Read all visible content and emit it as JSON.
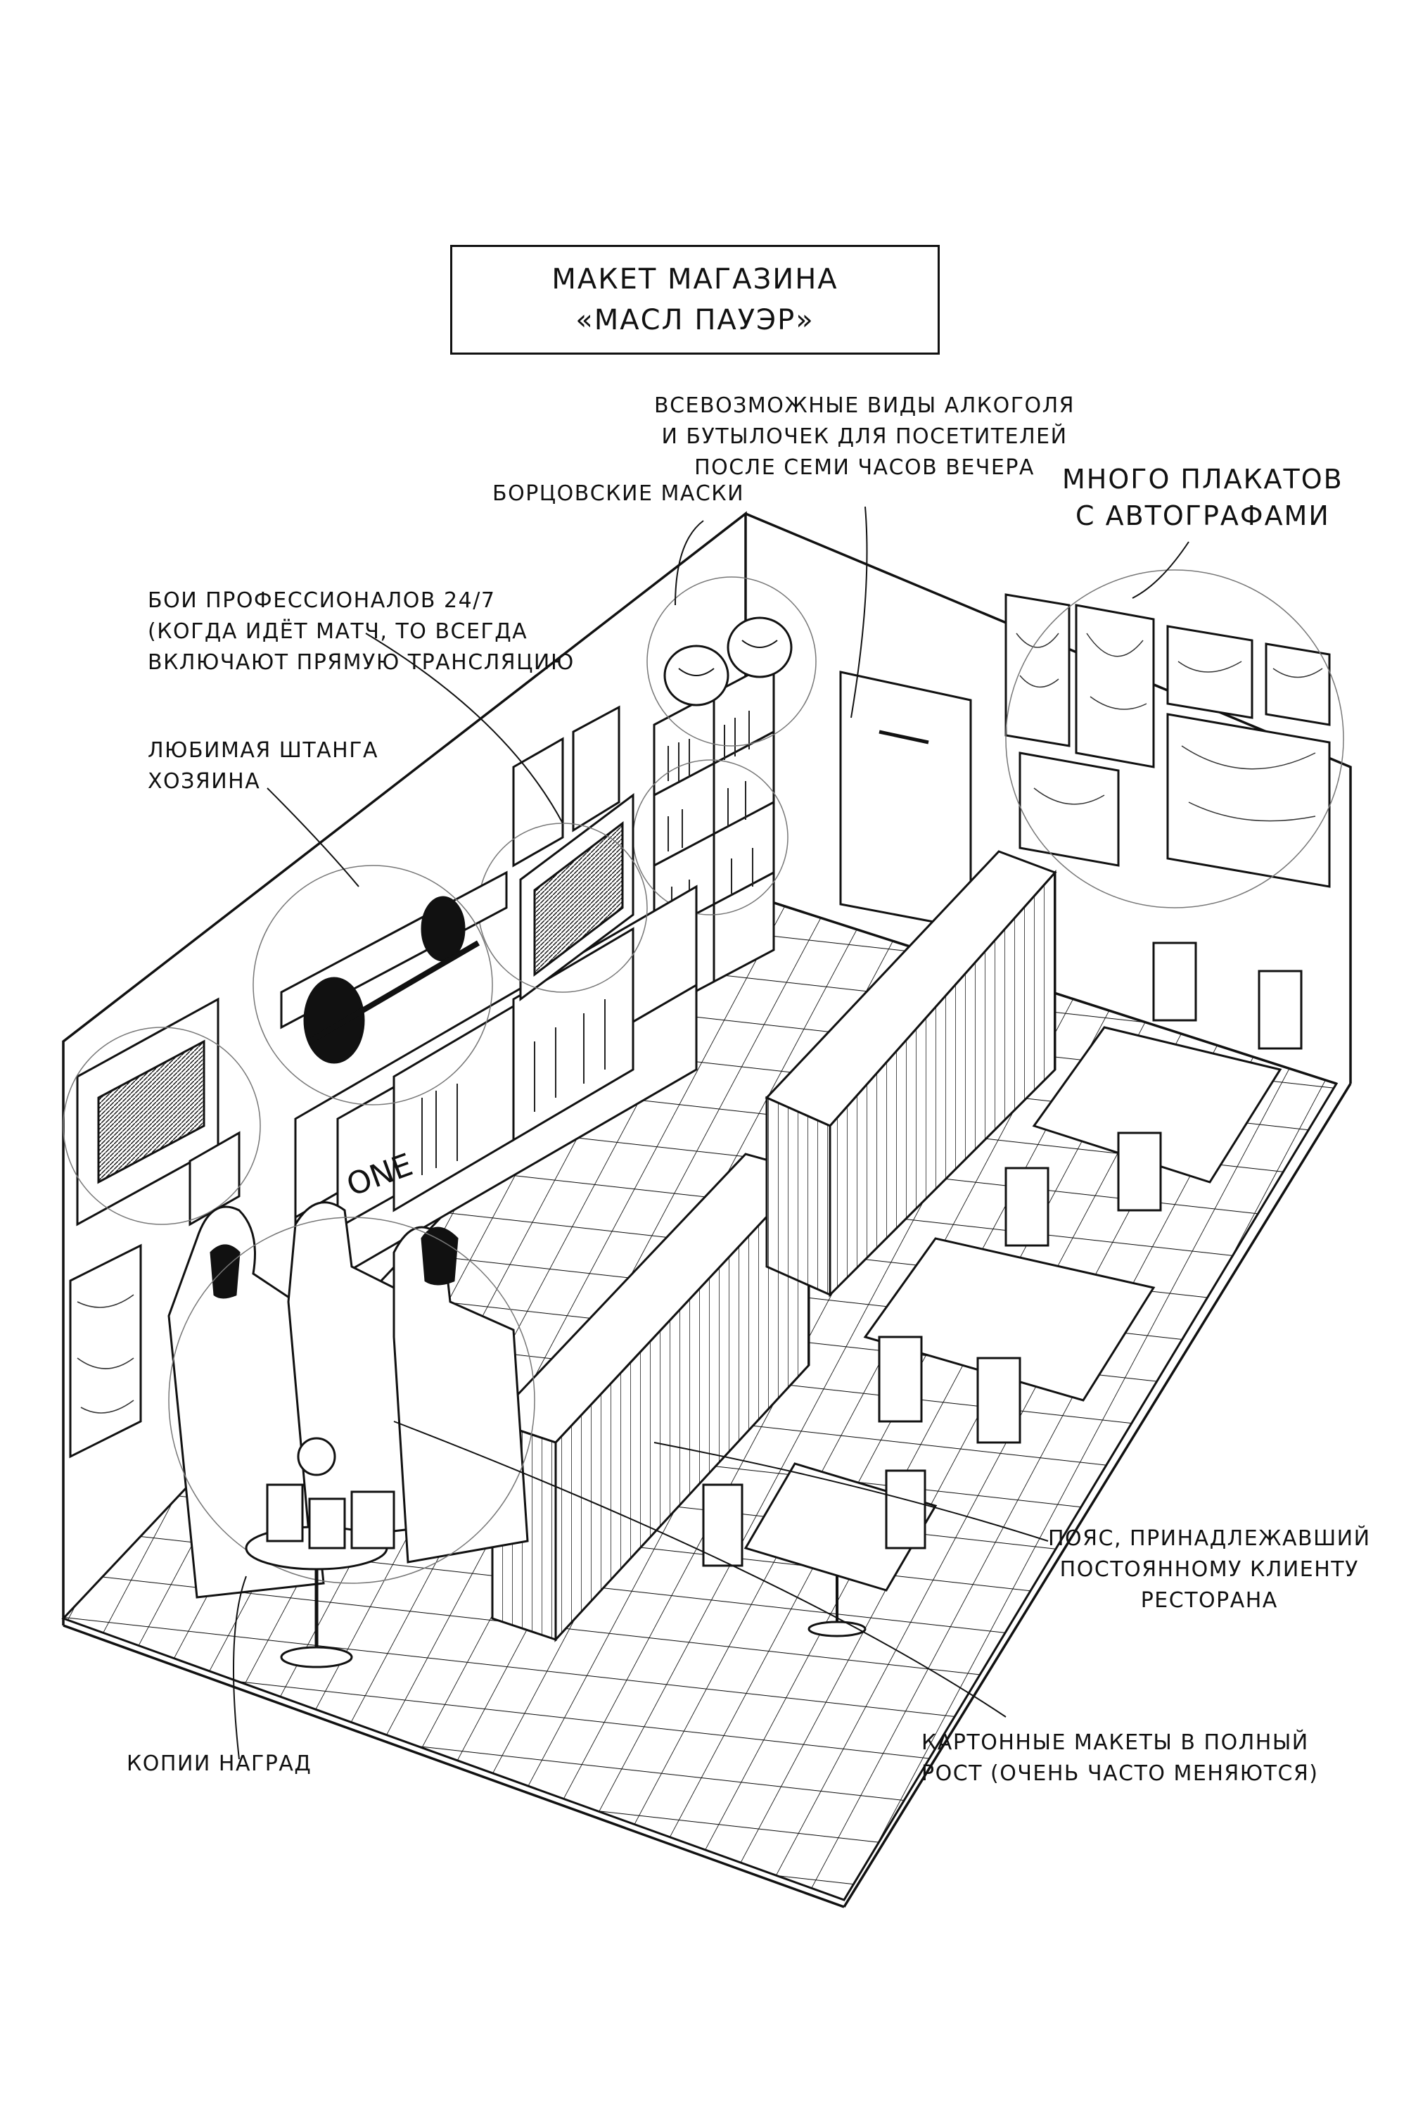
{
  "title": {
    "line1": "МАКЕТ МАГАЗИНА",
    "line2": "«МАСЛ ПАУЭР»"
  },
  "annotations": {
    "alcohol": [
      "ВСЕВОЗМОЖНЫЕ ВИДЫ АЛКОГОЛЯ",
      "И БУТЫЛОЧЕК ДЛЯ ПОСЕТИТЕЛЕЙ",
      "ПОСЛЕ СЕМИ ЧАСОВ ВЕЧЕРА"
    ],
    "posters": [
      "МНОГО ПЛАКАТОВ",
      "С АВТОГРАФАМИ"
    ],
    "masks": [
      "БОРЦОВСКИЕ МАСКИ"
    ],
    "tv": [
      "БОИ ПРОФЕССИОНАЛОВ 24/7",
      "(КОГДА ИДЁТ МАТЧ, ТО ВСЕГДА",
      "ВКЛЮЧАЮТ ПРЯМУЮ ТРАНСЛЯЦИЮ"
    ],
    "barbell": [
      "ЛЮБИМАЯ ШТАНГА",
      "ХОЗЯИНА"
    ],
    "belt": [
      "ПОЯС, ПРИНАДЛЕЖАВШИЙ",
      "ПОСТОЯННОМУ КЛИЕНТУ",
      "РЕСТОРАНА"
    ],
    "cutouts": [
      "КАРТОННЫЕ МАКЕТЫ В ПОЛНЫЙ",
      "РОСТ (ОЧЕНЬ ЧАСТО МЕНЯЮТСЯ)"
    ],
    "trophies": [
      "КОПИИ НАГРАД"
    ]
  },
  "colors": {
    "ink": "#111111",
    "paper": "#ffffff",
    "hatch": "#555555"
  },
  "poster_text": "ONE"
}
